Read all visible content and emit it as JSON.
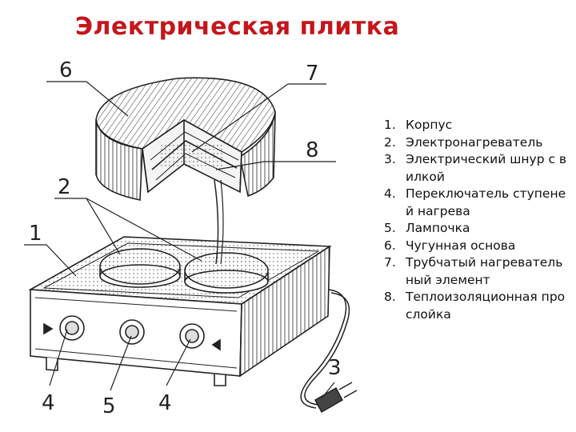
{
  "title": "Электрическая плитка",
  "callouts": [
    "6",
    "7",
    "8",
    "2",
    "1",
    "3",
    "4",
    "5",
    "4"
  ],
  "legend": [
    {
      "num": "1.",
      "text": "Корпус"
    },
    {
      "num": "2.",
      "text": "Электронагреватель"
    },
    {
      "num": "3.",
      "text": "Электрический шнур с вилкой"
    },
    {
      "num": "4.",
      "text": "Переключатель ступеней нагрева"
    },
    {
      "num": "5.",
      "text": "Лампочка"
    },
    {
      "num": "6.",
      "text": "Чугунная основа"
    },
    {
      "num": "7.",
      "text": "Трубчатый нагревательный элемент"
    },
    {
      "num": "8.",
      "text": "Теплоизоляционная прослойка"
    }
  ],
  "colors": {
    "title": "#c4161c",
    "ink": "#222222"
  }
}
